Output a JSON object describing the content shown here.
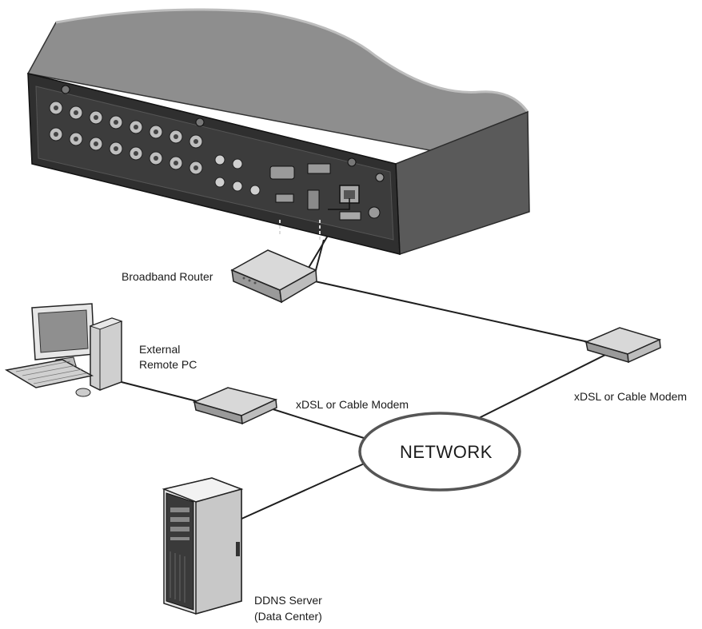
{
  "labels": {
    "router": "Broadband Router",
    "pc_line1": "External",
    "pc_line2": "Remote PC",
    "modem_left": "xDSL or Cable Modem",
    "modem_right": "xDSL or Cable Modem",
    "network": "NETWORK",
    "server_line1": "DDNS Server",
    "server_line2": "(Data Center)"
  },
  "colors": {
    "line": "#1e1e1e",
    "device_dark": "#3a3a3a",
    "device_mid": "#8c8c8c",
    "device_light": "#d9d9d9",
    "network_ellipse": "#555555"
  }
}
